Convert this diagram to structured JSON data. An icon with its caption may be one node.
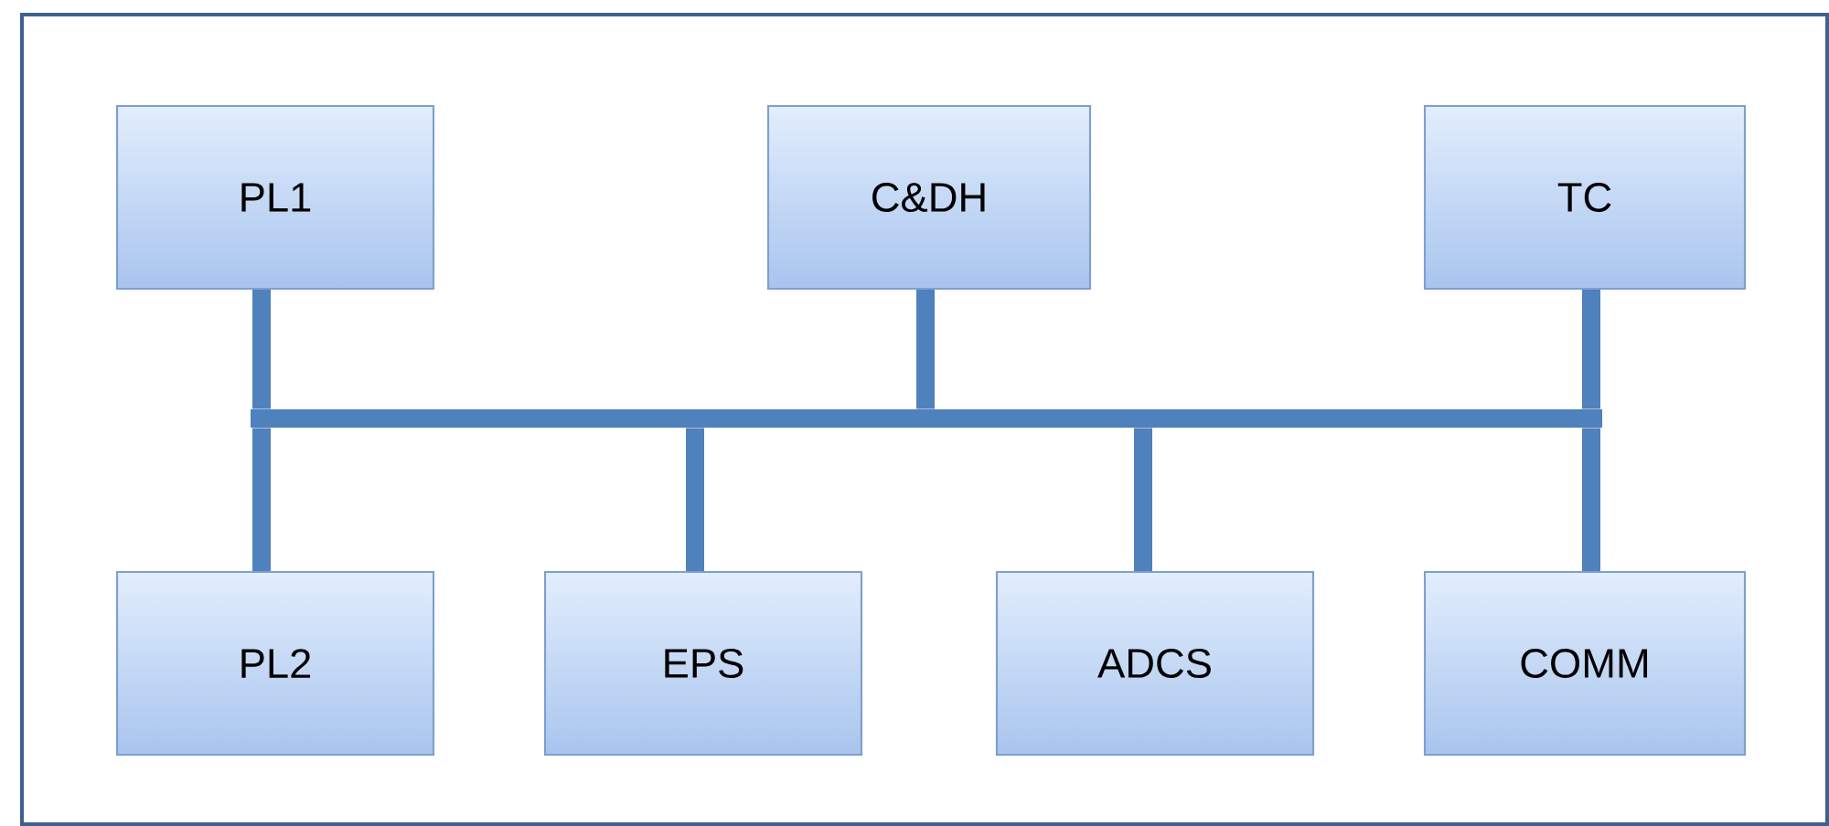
{
  "diagram": {
    "nodes": [
      {
        "text": [
          "PL1"
        ]
      },
      {
        "text": [
          "C&DH"
        ]
      },
      {
        "text": [
          "TC"
        ]
      },
      {
        "text": [
          "PL2"
        ]
      },
      {
        "text": [
          "EPS"
        ]
      },
      {
        "text": [
          "ADCS"
        ]
      },
      {
        "text": [
          "COMM"
        ]
      },
      {
        "text": [],
        "shape": "bar"
      }
    ],
    "edges": [
      {
        "from": 0,
        "to": 7,
        "arrow": "none"
      },
      {
        "from": 1,
        "to": 7,
        "arrow": "none"
      },
      {
        "from": 2,
        "to": 7,
        "arrow": "none"
      },
      {
        "from": 3,
        "to": 7,
        "arrow": "none"
      },
      {
        "from": 4,
        "to": 7,
        "arrow": "none"
      },
      {
        "from": 5,
        "to": 7,
        "arrow": "none"
      },
      {
        "from": 6,
        "to": 7,
        "arrow": "none"
      }
    ]
  }
}
